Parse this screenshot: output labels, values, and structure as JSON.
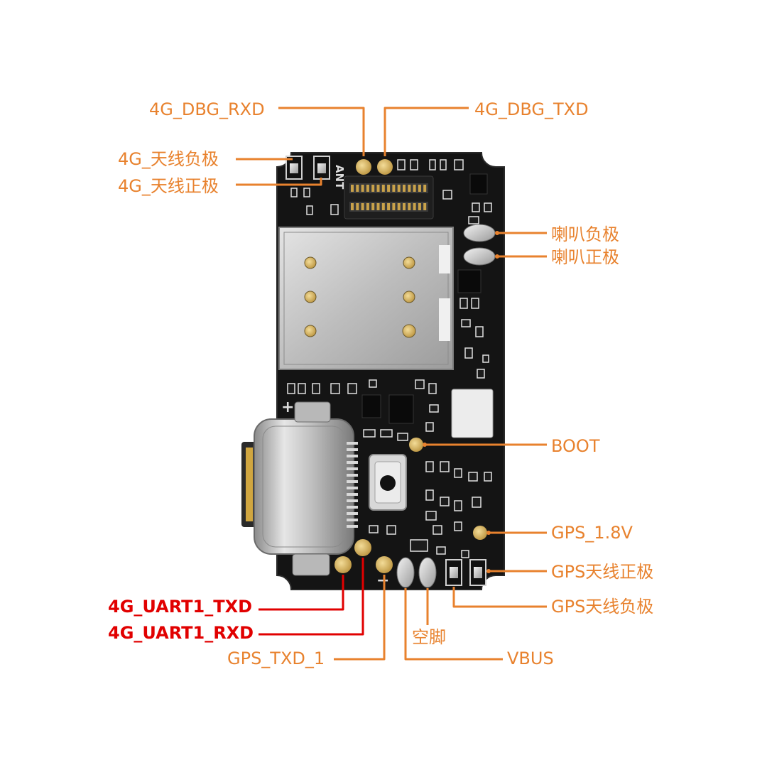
{
  "colors": {
    "callout": "#e8822e",
    "uart": "#e10000",
    "board": "#141414",
    "pad_gold": "#d8b560",
    "silkscreen": "#dcdcdc",
    "metal": "#c9c9c9"
  },
  "board": {
    "silkscreen_ant": "ANT",
    "silkscreen_plus": "+",
    "silkscreen_minus": "−"
  },
  "labels": {
    "dbg_rxd": "4G_DBG_RXD",
    "dbg_txd": "4G_DBG_TXD",
    "ant_neg": "4G_天线负极",
    "ant_pos": "4G_天线正极",
    "spk_neg": "喇叭负极",
    "spk_pos": "喇叭正极",
    "boot": "BOOT",
    "gps_18v": "GPS_1.8V",
    "gps_ant_pos": "GPS天线正极",
    "gps_ant_neg": "GPS天线负极",
    "uart_txd": "4G_UART1_TXD",
    "uart_rxd": "4G_UART1_RXD",
    "gps_txd": "GPS_TXD_1",
    "nc": "空脚",
    "vbus": "VBUS"
  }
}
